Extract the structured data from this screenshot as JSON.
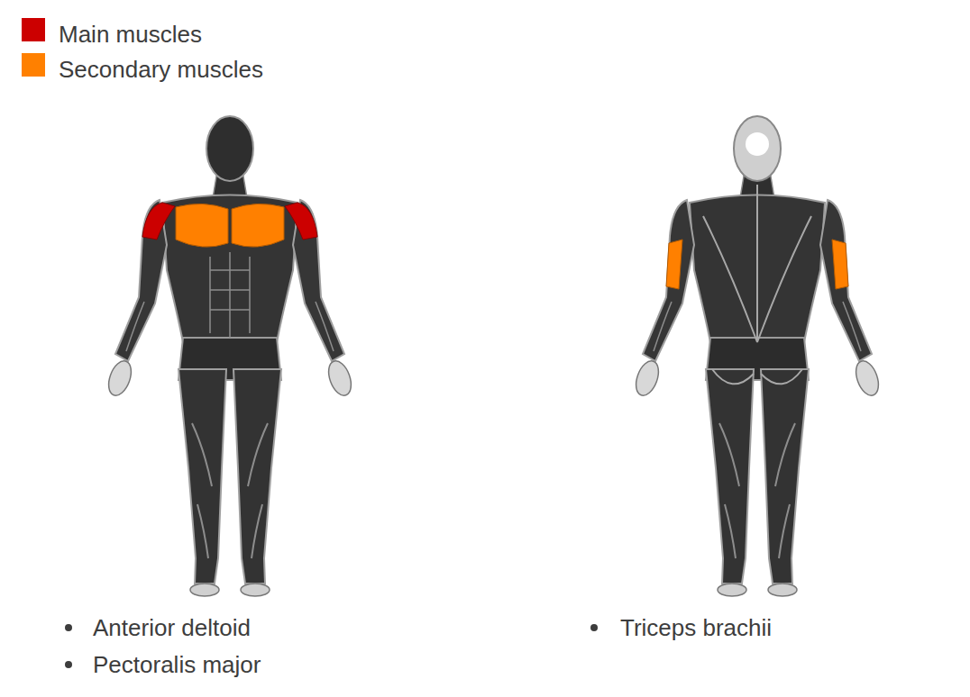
{
  "diagram": {
    "labels": [
      "Anterior deltoid",
      "Pectoralis major",
      "Triceps brachii"
    ],
    "legend": [
      {
        "text": "Main muscles",
        "color": "#cc0000"
      },
      {
        "text": "Secondary muscles",
        "color": "#ff8000"
      }
    ]
  }
}
